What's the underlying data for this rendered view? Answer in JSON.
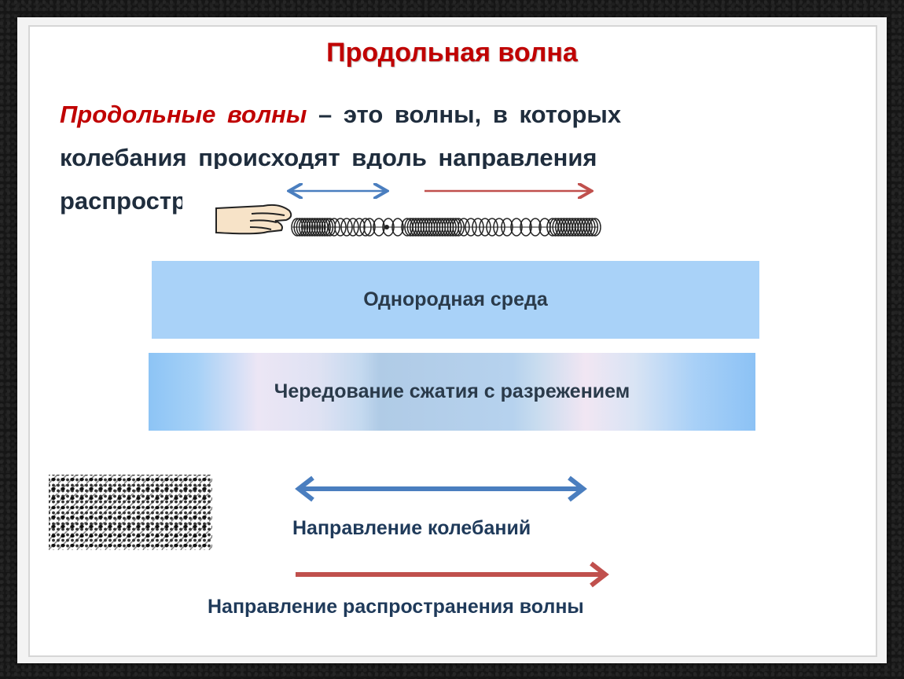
{
  "title": "Продольная волна",
  "definition": {
    "term": "Продольные волны",
    "text": " – это волны, в которых колебания  происходят вдоль направления распространения волны."
  },
  "bands": {
    "uniform_medium": "Однородная среда",
    "alternation": "Чередование сжатия с разрежением"
  },
  "legend": {
    "oscillation_direction": "Направление колебаний",
    "propagation_direction": "Направление распространения волны"
  },
  "colors": {
    "title": "#c00000",
    "oscillation_arrow": "#4a7ebf",
    "propagation_arrow": "#c0504d",
    "band_uniform": "#a9d2f8"
  }
}
